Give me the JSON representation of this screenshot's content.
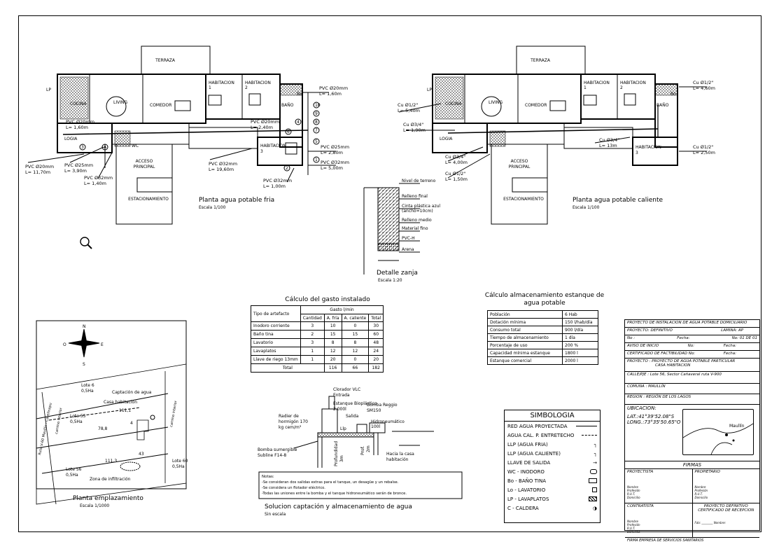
{
  "plan_cold": {
    "terraza": "TERRAZA",
    "living": "LIVING",
    "comedor": "COMEDOR",
    "cocina": "COCINA",
    "hab1": "HABITACION",
    "hab1_num": "1",
    "hab2": "HABITACION",
    "hab2_num": "2",
    "hab3": "HABITACION",
    "hab3_num": "3",
    "logia": "LOGIA",
    "bano": "BAÑO",
    "wc": "WC",
    "bo": "Bo",
    "lp": "LP",
    "acceso": "ACCESO",
    "principal": "PRINCIPAL",
    "estac": "ESTACIONAMIENTO",
    "title": "Planta agua potable fria",
    "scale": "Escala 1/100",
    "pipes": [
      "PVC Ø20mm",
      "L= 1,60m",
      "PVC Ø20mm",
      "L= 1,60m",
      "PVC Ø20mm",
      "L= 2,40m",
      "PVC Ø25mm",
      "L= 2,80m",
      "PVC Ø32mm",
      "L= 5,00m",
      "PVC Ø32mm",
      "L= 1,00m",
      "PVC Ø32mm",
      "L= 19,60m",
      "PVC Ø20mm",
      "L= 11,70m",
      "PVC Ø25mm",
      "L= 3,90m",
      "PVC Ø32mm",
      "L= 1,40m"
    ],
    "nodes": [
      "1",
      "2",
      "3",
      "4",
      "5",
      "6",
      "7",
      "8",
      "9",
      "10",
      "A"
    ]
  },
  "plan_hot": {
    "terraza": "TERRAZA",
    "living": "LIVING",
    "comedor": "COMEDOR",
    "cocina": "COCINA",
    "hab1": "HABITACION",
    "hab1_num": "1",
    "hab2": "HABITACION",
    "hab2_num": "2",
    "hab3": "HABITACION",
    "hab3_num": "3",
    "logia": "LOGIA",
    "bano": "BAÑO",
    "bo": "Bo",
    "lp": "LP",
    "acceso": "ACCESO",
    "principal": "PRINCIPAL",
    "estac": "ESTACIONAMIENTO",
    "title": "Planta agua potable caliente",
    "scale": "Escala 1/100",
    "pipes": [
      "Cu Ø1/2\"",
      "L= 5,40m",
      "Cu Ø3/4\"",
      "L= 1,90m",
      "Cu Ø3/4\"",
      "L= 4,00m",
      "Cu Ø1/2\"",
      "L= 1,50m",
      "Cu Ø3/4\"",
      "L= 13m",
      "Cu Ø1/2\"",
      "L= 4,60m",
      "Cu Ø1/2\"",
      "L= 2,50m"
    ]
  },
  "zanja": {
    "labels": [
      "Nivel de terreno",
      "Relleno final",
      "Cinta plástica azul",
      "(ancho=10cm)",
      "Relleno medio",
      "Material fino",
      "PVC-H",
      "Arena"
    ],
    "title": "Detalle zanja",
    "scale": "Escala 1:20"
  },
  "gasto": {
    "title": "Cálculo del gasto instalado",
    "h_tipo": "Tipo de artefacto",
    "h_gasto": "Gasto l/min",
    "h_cols": [
      "Cantidad",
      "A. fría",
      "A. caliente",
      "Total"
    ],
    "rows": [
      [
        "Inodoro corriente",
        "3",
        "10",
        "0",
        "30"
      ],
      [
        "Baño tina",
        "2",
        "15",
        "15",
        "60"
      ],
      [
        "Lavatorio",
        "3",
        "8",
        "8",
        "48"
      ],
      [
        "Lavaplatos",
        "1",
        "12",
        "12",
        "24"
      ],
      [
        "Llave de riego 13mm",
        "1",
        "20",
        "0",
        "20"
      ]
    ],
    "total_label": "Total",
    "totals": [
      "116",
      "66",
      "182"
    ]
  },
  "estanque": {
    "title1": "Cálculo almacenamiento estanque de",
    "title2": "agua potable",
    "rows": [
      [
        "Población",
        "6 Hab"
      ],
      [
        "Dotación mínima",
        "150 l/hab/día"
      ],
      [
        "Consumo total",
        "900 l/día"
      ],
      [
        "Tiempo de almacenamiento",
        "1 día"
      ],
      [
        "Porcentaje de uso",
        "200 %"
      ],
      [
        "Capacidad mínima estanque",
        "1800 l"
      ],
      [
        "Estanque comercial",
        "2000 l"
      ]
    ]
  },
  "emplazamiento": {
    "lotes": [
      "Lote 6",
      "0,5Ha",
      "Lote 55",
      "0,5Ha",
      "Lote 56",
      "0,5Ha",
      "Lote 60",
      "0,5Ha"
    ],
    "captacion": "Captación de agua",
    "casa": "Casa habitación",
    "infiltracion": "Zona de infiltración",
    "caminos": [
      "Ruta V-60 Maullín - Carelmapu",
      "camino interior",
      "camino interior"
    ],
    "dims": [
      "111,1",
      "78,8",
      "111,3",
      "43",
      "4"
    ],
    "compass": [
      "N",
      "E",
      "S",
      "O"
    ],
    "title": "Planta emplazamiento",
    "scale": "Escala 1/1000"
  },
  "captacion": {
    "labels": [
      "Clorador VLC",
      "Entrada",
      "Estanque Bioplástico",
      "2.000l",
      "Salida",
      "Bomba Reggio",
      "SM150",
      "Hidroneumático",
      "100l",
      "Radier de",
      "hormigón 170",
      "kg cem/m³",
      "Bomba sumergible",
      "Subline F14-8",
      "Profundidad",
      "3m",
      "Prof.",
      "2m",
      "Hacia la casa",
      "habitación",
      "Llp"
    ],
    "notes_title": "Notas:",
    "notes": [
      "-Se consideran dos salidas extras para el tanque, un desagüe y un rebalse.",
      "-Se considera un flotador eléctrico.",
      "-Todas las uniones entre la bomba y el tanque hidroneumático serán de bronce."
    ],
    "title": "Solucion captación y almacenamiento de agua",
    "scale": "Sin escala"
  },
  "simbologia": {
    "title": "SIMBOLOGIA",
    "items": [
      [
        "RED AGUA PROYECTADA",
        ""
      ],
      [
        "AGUA CAL. P. ENTRETECHO",
        ""
      ],
      [
        "LLP (AGUA FRIA)",
        ""
      ],
      [
        "LLP (AGUA CALIENTE)",
        ""
      ],
      [
        "LLAVE DE SALIDA",
        ""
      ],
      [
        "WC  -  INODORO",
        ""
      ],
      [
        "Bo  -  BAÑO TINA",
        ""
      ],
      [
        "Lo  -  LAVATORIO",
        ""
      ],
      [
        "LP  -  LAVAPLATOS",
        ""
      ],
      [
        "C  -  CALDERA",
        ""
      ]
    ]
  },
  "titleblock": {
    "r1": "PROYECTO DE INSTALACION DE AGUA POTABLE DOMICILIARIO",
    "r2a": "PROYECTO: DEFINITIVO",
    "r2b": "LAMINA: AP",
    "r3a": "No :",
    "r3b": "Fecha:",
    "r3c": "No: 01 DE 01",
    "r4a": "AVISO DE INICIO",
    "r4b": "No:",
    "r4c": "Fecha:",
    "r5a": "CERTIFICADO DE FACTIBILIDAD No:",
    "r5b": "Fecha:",
    "r6a": "PROYECTO   : PROYECTO DE AGUA POTABLE PARTICULAR",
    "r6b": "CASA HABITACION",
    "r7": "CALLE/PJE : Lote 56, Sector Cañaveral ruta V-900",
    "r8": "COMUNA     : MAULLÍN",
    "r9": "REGION      : REGIÓN DE LOS LAGOS",
    "ubic": "UBICACION:",
    "lat": "LAT.:41°39'52.08\"S",
    "long": "LONG.:73°35'50.65\"O",
    "map_label": "Maullín",
    "firmas": "FIRMAS",
    "proyectista": "PROYECTISTA",
    "propietario": "PROPIETARIO",
    "contratista": "CONTRATISTA",
    "pd1": "PROYECTO DEFINITIVO",
    "pd2": "CERTIFICADO DE RECEPCION",
    "empresa": "FIRMA EMPRESA DE SERVICIOS SANITARIOS",
    "small": [
      "Nombre",
      "Profesión",
      "R.U.T.",
      "Domicilio",
      "Nombre",
      "Profesión",
      "R.U.T.",
      "Domicilio",
      "Nombre",
      "Profesión",
      "R.U.T.",
      "Domicilio",
      "Fdo:",
      "Nombre:"
    ]
  }
}
